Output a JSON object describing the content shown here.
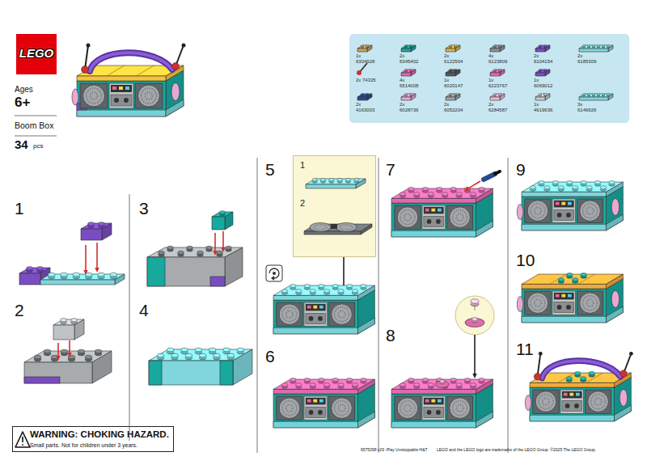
{
  "diagram": {
    "nodes": [
      {
        "text": [
          "LEGO"
        ]
      },
      {
        "text": [
          "1x 6304928",
          "2x 6345402",
          "2x 6122504",
          "4x 6123809",
          "2x 6104154",
          "2x 6185309",
          "2x 74335",
          "4x 6514008",
          "1x 6020147",
          "1x 6223767",
          "1x 6069012",
          "2x 4163003",
          "2x 6028736",
          "2x 6052204",
          "2x 6284587",
          "1x 4619636",
          "3x 6146926"
        ]
      },
      {
        "text": [
          "1",
          "2"
        ]
      },
      {
        "text": [
          "WARNING: CHOKING HAZARD.",
          "Small parts. Not for children under 3 years."
        ]
      }
    ],
    "labels": [
      "Ages",
      "6+",
      "Boom Box",
      "34",
      "pcs",
      "1",
      "2",
      "3",
      "4",
      "5",
      "6",
      "7",
      "8",
      "9",
      "10",
      "11",
      "6575358 v29 -Play Unstoppable H&T",
      "LEGO and the LEGO logo are trademarks of the LEGO Group. ©2025 The LEGO Group."
    ]
  }
}
